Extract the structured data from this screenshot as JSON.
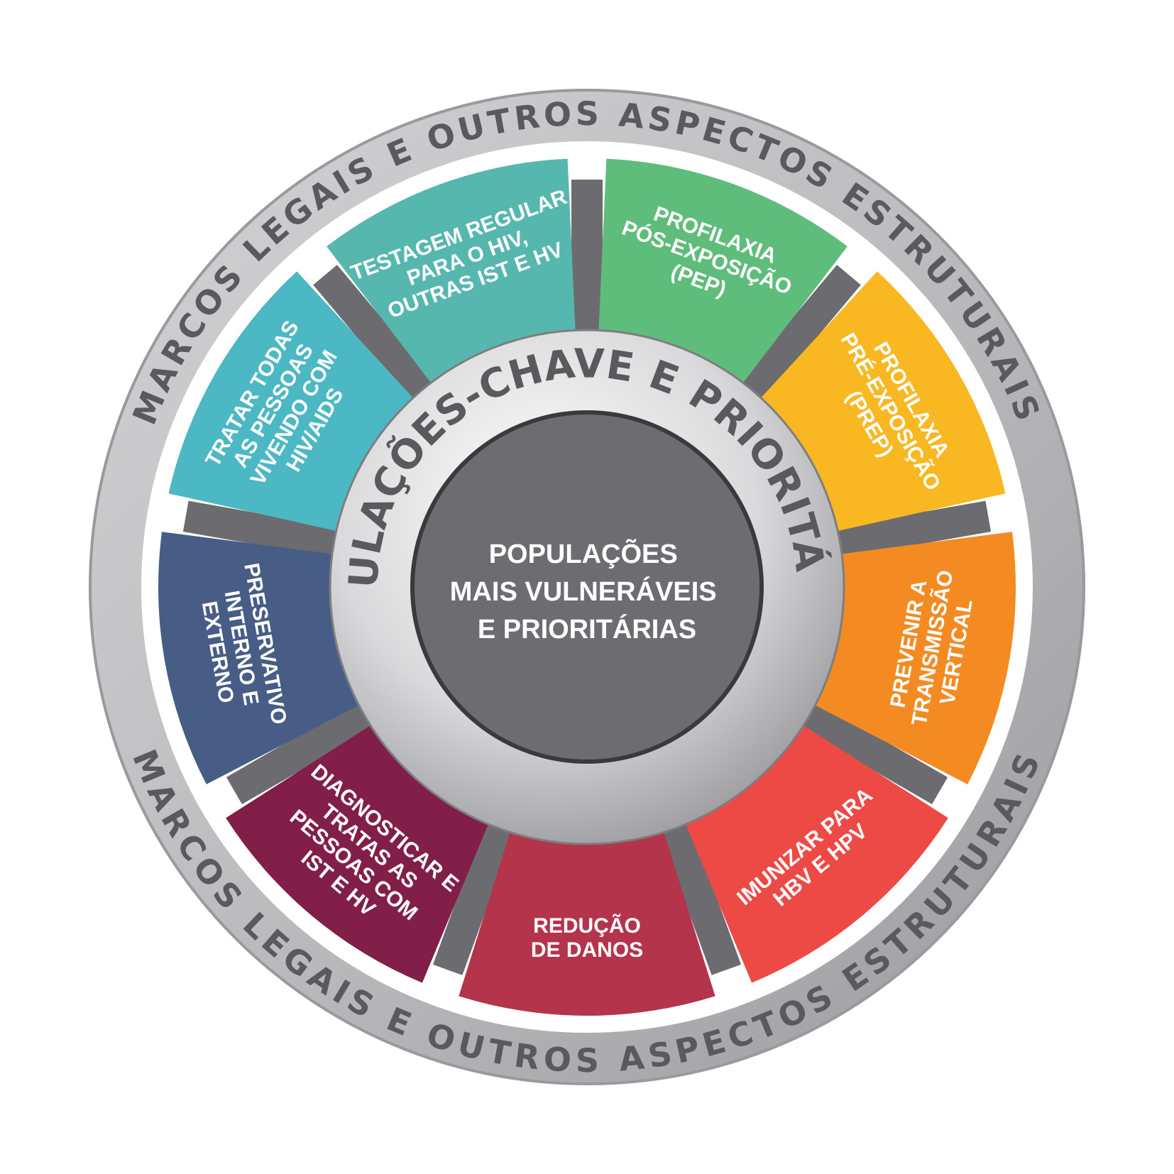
{
  "outer_ring": {
    "text_top": "MARCOS LEGAIS E OUTROS ASPECTOS ESTRUTURAIS",
    "text_bottom": "MARCOS LEGAIS E OUTROS ASPECTOS ESTRUTURAIS"
  },
  "middle_ring": {
    "text": "POPULAÇÕES-CHAVE E PRIORITÁRIAS"
  },
  "center": {
    "lines": [
      "POPULAÇÕES",
      "MAIS VULNERÁVEIS",
      "E PRIORITÁRIAS"
    ]
  },
  "segments": [
    {
      "id": "testagem",
      "color": "#56b7ae",
      "lines": [
        "TESTAGEM REGULAR",
        "PARA O HIV,",
        "OUTRAS IST E HV"
      ]
    },
    {
      "id": "pep",
      "color": "#5ebd7a",
      "lines": [
        "PROFILAXIA",
        "PÓS-EXPOSIÇÃO",
        "(PEP)"
      ]
    },
    {
      "id": "prep",
      "color": "#f9b721",
      "lines": [
        "PROFILAXIA",
        "PRÉ-EXPOSIÇÃO",
        "(PREP)"
      ]
    },
    {
      "id": "transmissao",
      "color": "#f48b22",
      "lines": [
        "PREVENIR A",
        "TRANSMISSÃO",
        "VERTICAL"
      ]
    },
    {
      "id": "imunizar",
      "color": "#ee4a45",
      "lines": [
        "IMUNIZAR PARA",
        "HBV E HPV"
      ]
    },
    {
      "id": "reducao",
      "color": "#b4344b",
      "lines": [
        "REDUÇÃO",
        "DE DANOS"
      ]
    },
    {
      "id": "diagnosticar",
      "color": "#821f48",
      "lines": [
        "DIAGNOSTICAR E",
        "TRATAS AS",
        "PESSOAS COM",
        "IST E HV"
      ]
    },
    {
      "id": "preservativo",
      "color": "#485d86",
      "lines": [
        "PRESERVATIVO",
        "INTERNO E",
        "EXTERNO"
      ]
    },
    {
      "id": "tratar",
      "color": "#4cb8c3",
      "lines": [
        "TRATAR TODAS",
        "AS PESSOAS",
        "VIVENDO COM",
        "HIV/AIDS"
      ]
    }
  ]
}
